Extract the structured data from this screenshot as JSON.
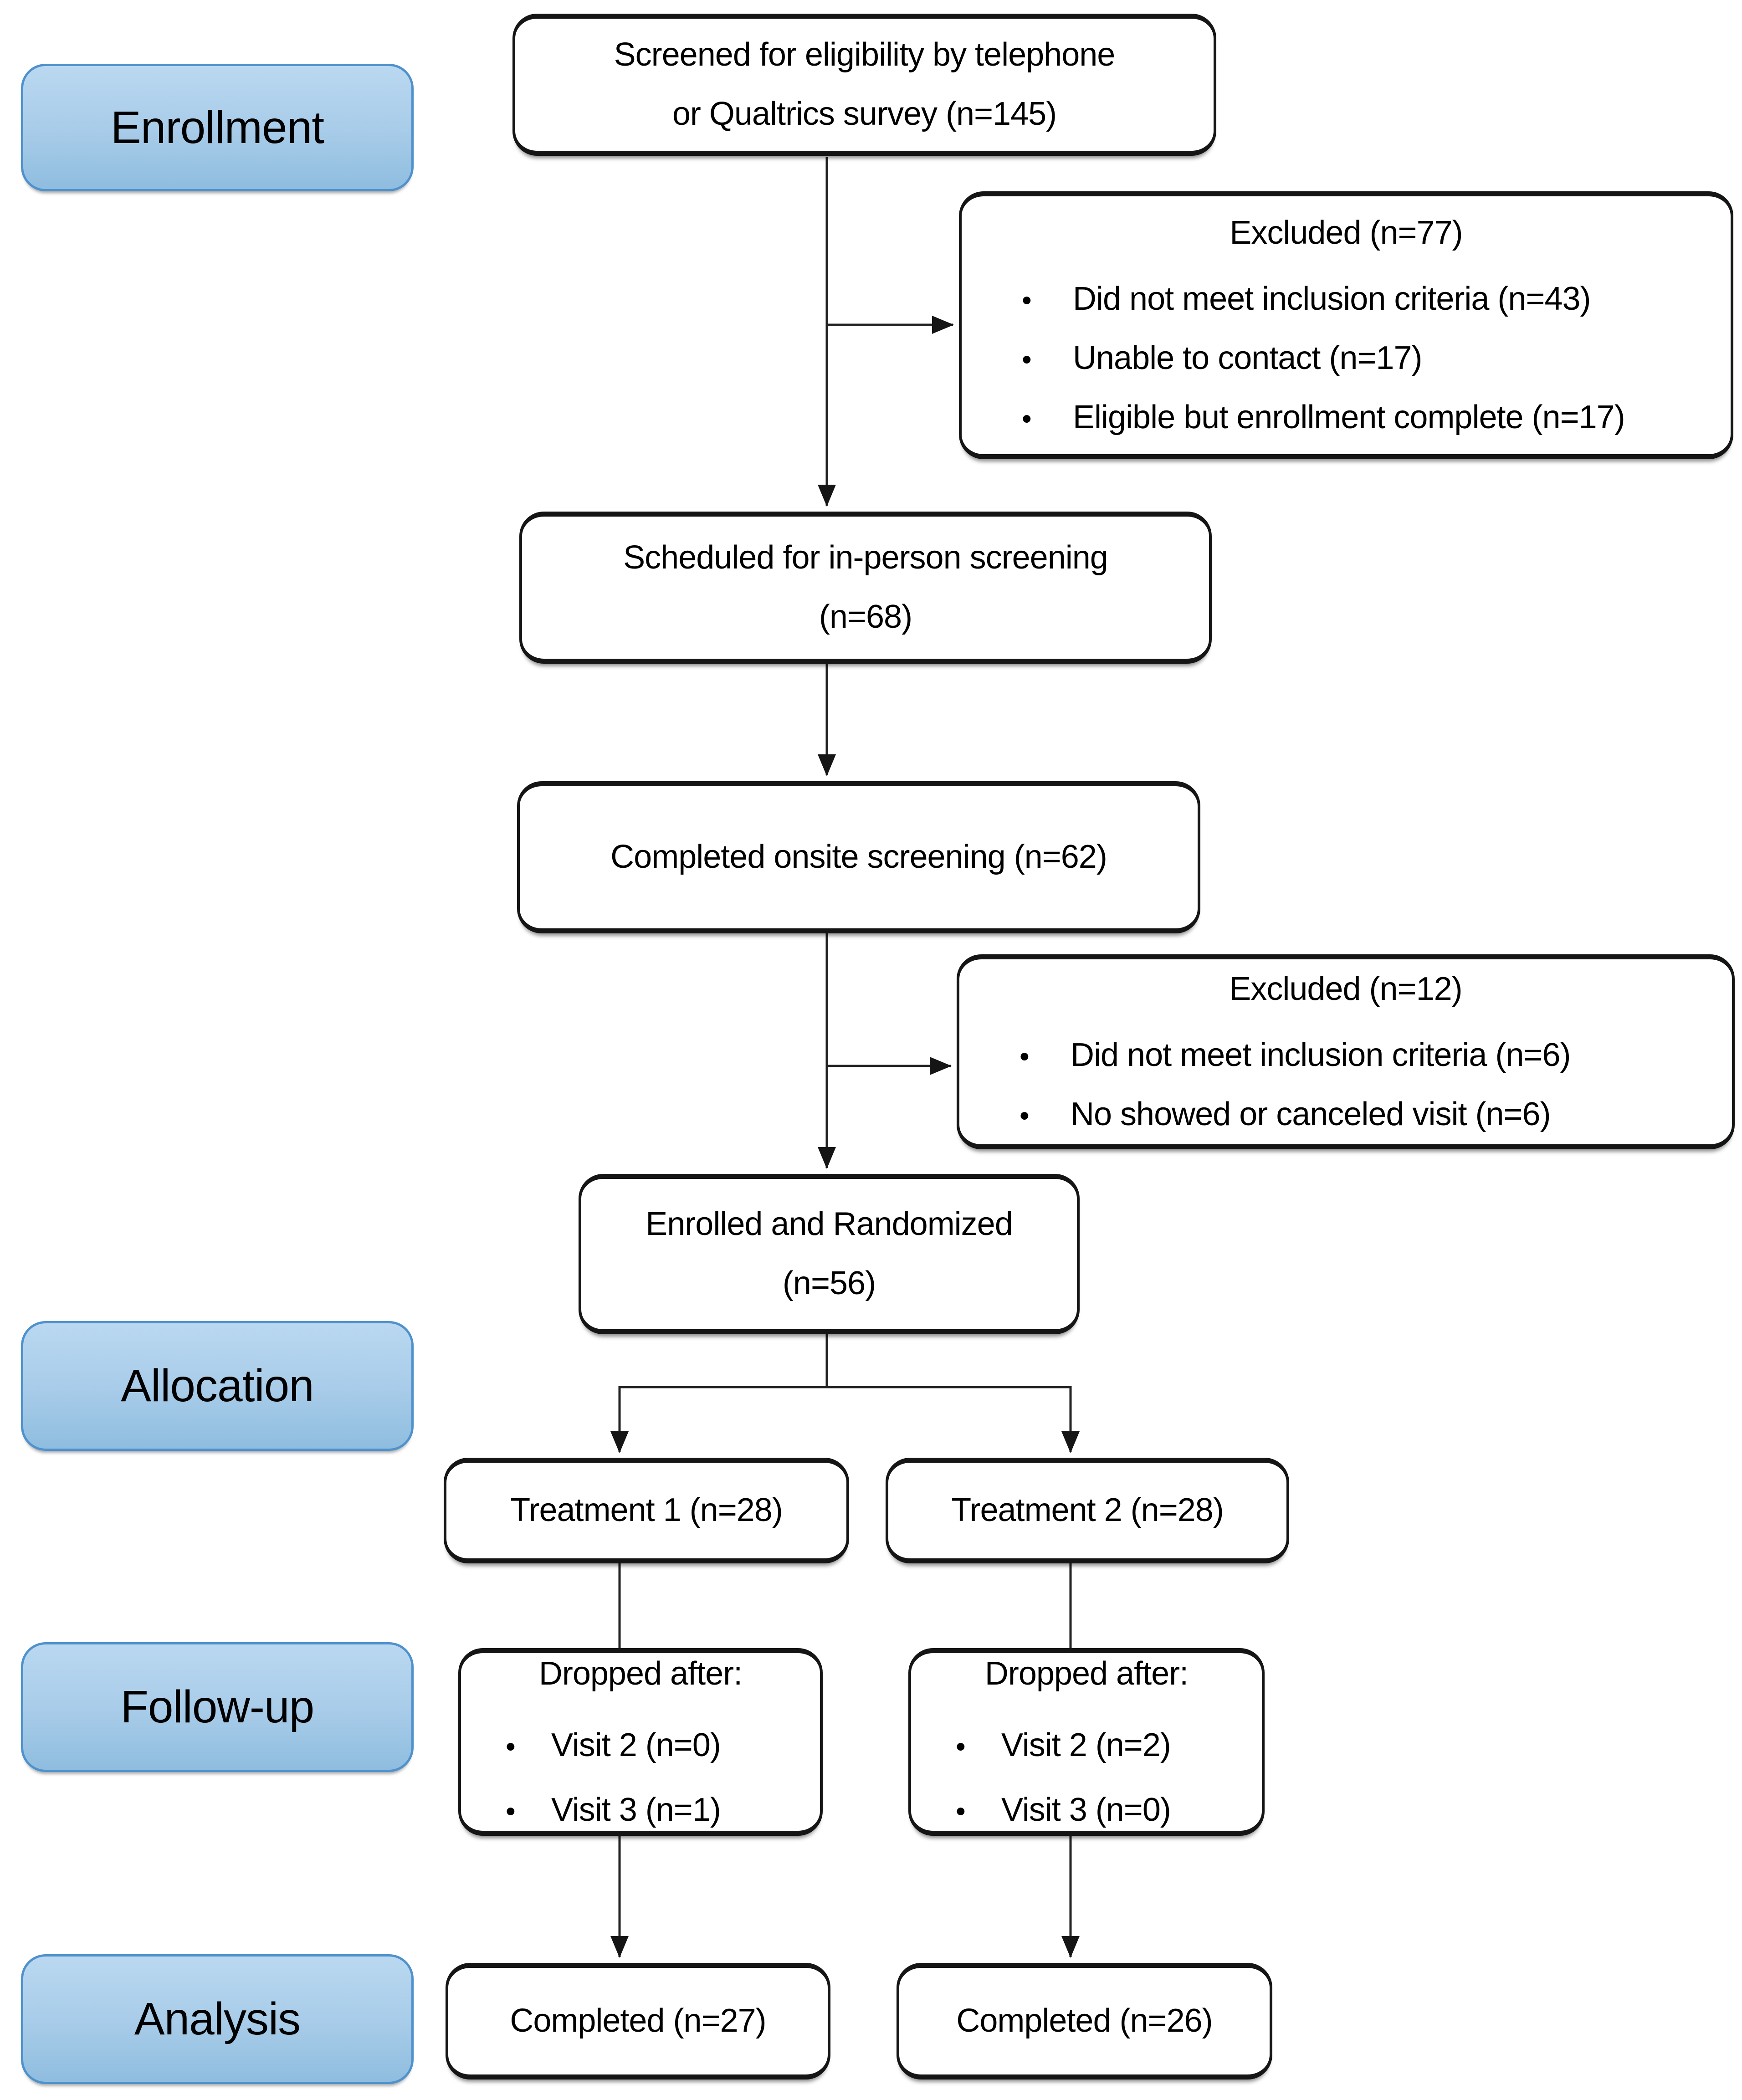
{
  "stages": [
    {
      "label": "Enrollment"
    },
    {
      "label": "Allocation"
    },
    {
      "label": "Follow-up"
    },
    {
      "label": "Analysis"
    }
  ],
  "boxes": {
    "screened": {
      "line1": "Screened for eligibility by telephone",
      "line2": "or Qualtrics survey (n=145)"
    },
    "excluded1": {
      "title": "Excluded (n=77)",
      "items": [
        "Did not meet inclusion criteria (n=43)",
        "Unable to contact (n=17)",
        "Eligible but enrollment complete (n=17)"
      ]
    },
    "scheduled": {
      "line1": "Scheduled for in-person screening",
      "line2": "(n=68)"
    },
    "completed_onsite": {
      "text": "Completed onsite screening (n=62)"
    },
    "excluded2": {
      "title": "Excluded (n=12)",
      "items": [
        "Did not meet inclusion criteria (n=6)",
        "No showed or canceled visit (n=6)"
      ]
    },
    "enrolled": {
      "line1": "Enrolled and Randomized",
      "line2": "(n=56)"
    },
    "treatment1": {
      "text": "Treatment 1 (n=28)"
    },
    "treatment2": {
      "text": "Treatment 2 (n=28)"
    },
    "dropped1": {
      "title": "Dropped after:",
      "items": [
        "Visit 2 (n=0)",
        "Visit 3 (n=1)"
      ]
    },
    "dropped2": {
      "title": "Dropped after:",
      "items": [
        "Visit 2 (n=2)",
        "Visit 3 (n=0)"
      ]
    },
    "completed1": {
      "text": "Completed (n=27)"
    },
    "completed2": {
      "text": "Completed (n=26)"
    }
  },
  "style": {
    "bullet": "•",
    "stage_fill_top": "#bad8f0",
    "stage_fill_bottom": "#8fbddf",
    "stage_border": "#4e91cc",
    "box_border": "#151515",
    "connector_color": "#222222",
    "text_color": "#000000"
  }
}
